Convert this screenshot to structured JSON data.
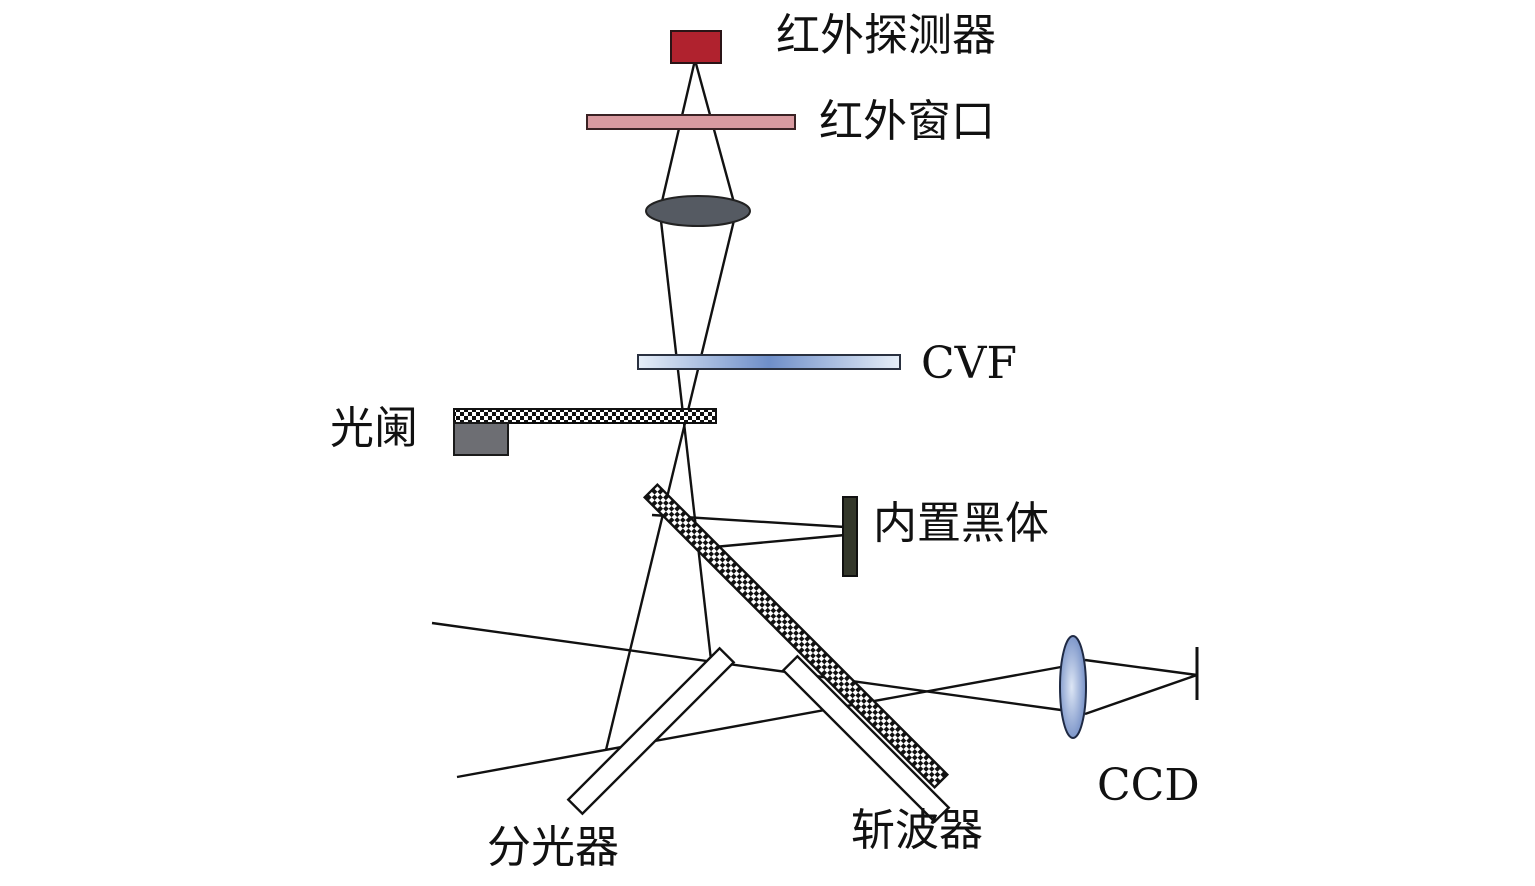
{
  "labels": {
    "ir_detector": "红外探测器",
    "ir_window": "红外窗口",
    "cvf": "CVF",
    "aperture": "光阑",
    "blackbody": "内置黑体",
    "ccd": "CCD",
    "chopper": "斩波器",
    "beamsplitter": "分光器"
  },
  "colors": {
    "detector": "#b0222e",
    "window": "#d99aa0",
    "lens": "#555a62",
    "cvf_edge": "#dfe8f4",
    "cvf_center": "#6f8fc9",
    "aperture_block": "#6d6e73",
    "blackbody": "#34382b",
    "ccd_lens_light": "#dde6f5",
    "ccd_lens_dark": "#6c88c2",
    "line": "#111111"
  }
}
